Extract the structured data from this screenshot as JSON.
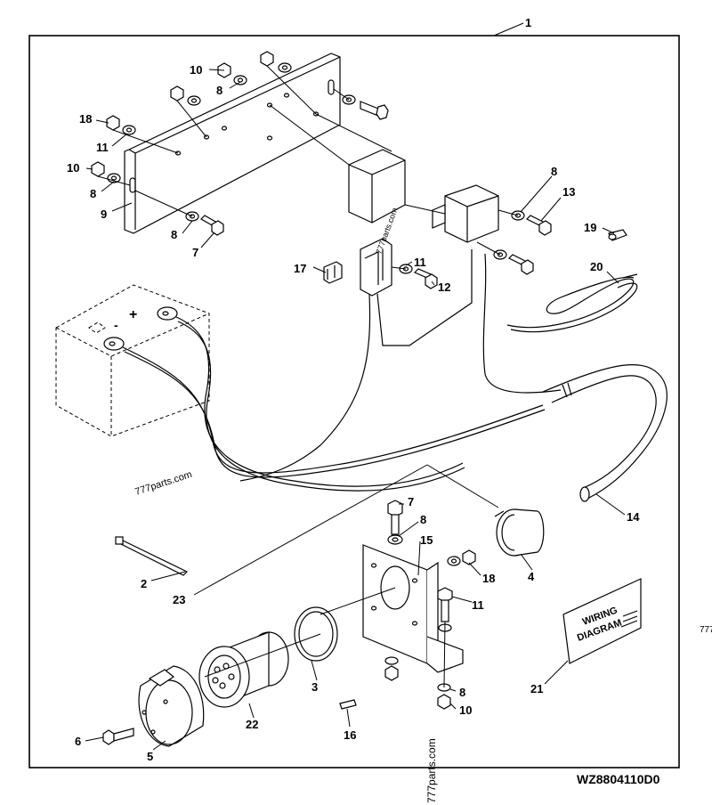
{
  "diagram_code": "WZ8804110D0",
  "wiring_card": {
    "line1": "WIRING",
    "line2": "DIAGRAM"
  },
  "watermarks": {
    "left": "777parts.com",
    "bottom": "777parts.com",
    "right_edge": "777",
    "relay": "777parts.com"
  },
  "callouts": [
    {
      "id": "c1",
      "label": "1"
    },
    {
      "id": "c10a",
      "label": "10"
    },
    {
      "id": "c8a",
      "label": "8"
    },
    {
      "id": "c18a",
      "label": "18"
    },
    {
      "id": "c11a",
      "label": "11"
    },
    {
      "id": "c10b",
      "label": "10"
    },
    {
      "id": "c8b",
      "label": "8"
    },
    {
      "id": "c9",
      "label": "9"
    },
    {
      "id": "c8c",
      "label": "8"
    },
    {
      "id": "c7a",
      "label": "7"
    },
    {
      "id": "c8d",
      "label": "8"
    },
    {
      "id": "c13",
      "label": "13"
    },
    {
      "id": "c19",
      "label": "19"
    },
    {
      "id": "c17",
      "label": "17"
    },
    {
      "id": "c11b",
      "label": "11"
    },
    {
      "id": "c12",
      "label": "12"
    },
    {
      "id": "c20",
      "label": "20"
    },
    {
      "id": "c14",
      "label": "14"
    },
    {
      "id": "c7b",
      "label": "7"
    },
    {
      "id": "c8e",
      "label": "8"
    },
    {
      "id": "c15",
      "label": "15"
    },
    {
      "id": "c2",
      "label": "2"
    },
    {
      "id": "c18b",
      "label": "18"
    },
    {
      "id": "c4",
      "label": "4"
    },
    {
      "id": "c23",
      "label": "23"
    },
    {
      "id": "c11c",
      "label": "11"
    },
    {
      "id": "c21",
      "label": "21"
    },
    {
      "id": "c3",
      "label": "3"
    },
    {
      "id": "c8f",
      "label": "8"
    },
    {
      "id": "c10c",
      "label": "10"
    },
    {
      "id": "c22",
      "label": "22"
    },
    {
      "id": "c16",
      "label": "16"
    },
    {
      "id": "c6",
      "label": "6"
    },
    {
      "id": "c5",
      "label": "5"
    }
  ]
}
